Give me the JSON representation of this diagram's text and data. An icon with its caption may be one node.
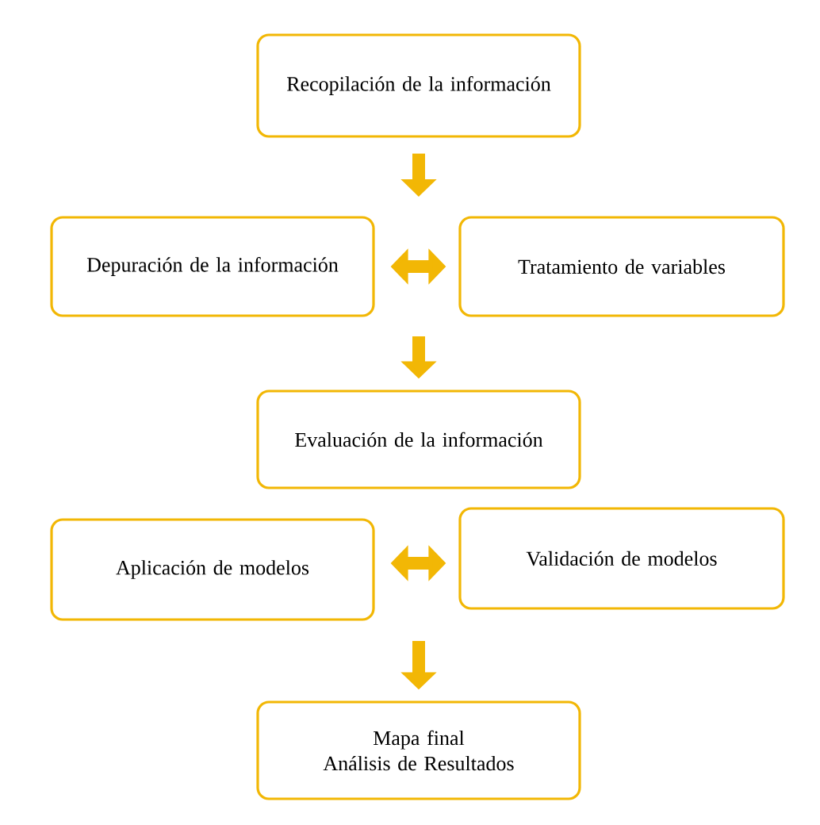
{
  "diagram": {
    "nodes": [
      {
        "text": [
          "Recopilación de la información"
        ]
      },
      {
        "text": [
          "Depuración de la información"
        ]
      },
      {
        "text": [
          "Tratamiento de variables"
        ]
      },
      {
        "text": [
          "Evaluación de la información"
        ]
      },
      {
        "text": [
          "Aplicación de modelos"
        ]
      },
      {
        "text": [
          "Validación de modelos"
        ]
      },
      {
        "text": [
          "Mapa final",
          "Análisis de Resultados"
        ]
      }
    ],
    "edges": [
      {
        "from": 0,
        "to": null,
        "arrow": "to"
      },
      {
        "from": 1,
        "to": 2,
        "arrow": "both"
      },
      {
        "from": null,
        "to": 3,
        "arrow": "to"
      },
      {
        "from": 4,
        "to": 5,
        "arrow": "both"
      },
      {
        "from": null,
        "to": 6,
        "arrow": "to"
      }
    ]
  }
}
